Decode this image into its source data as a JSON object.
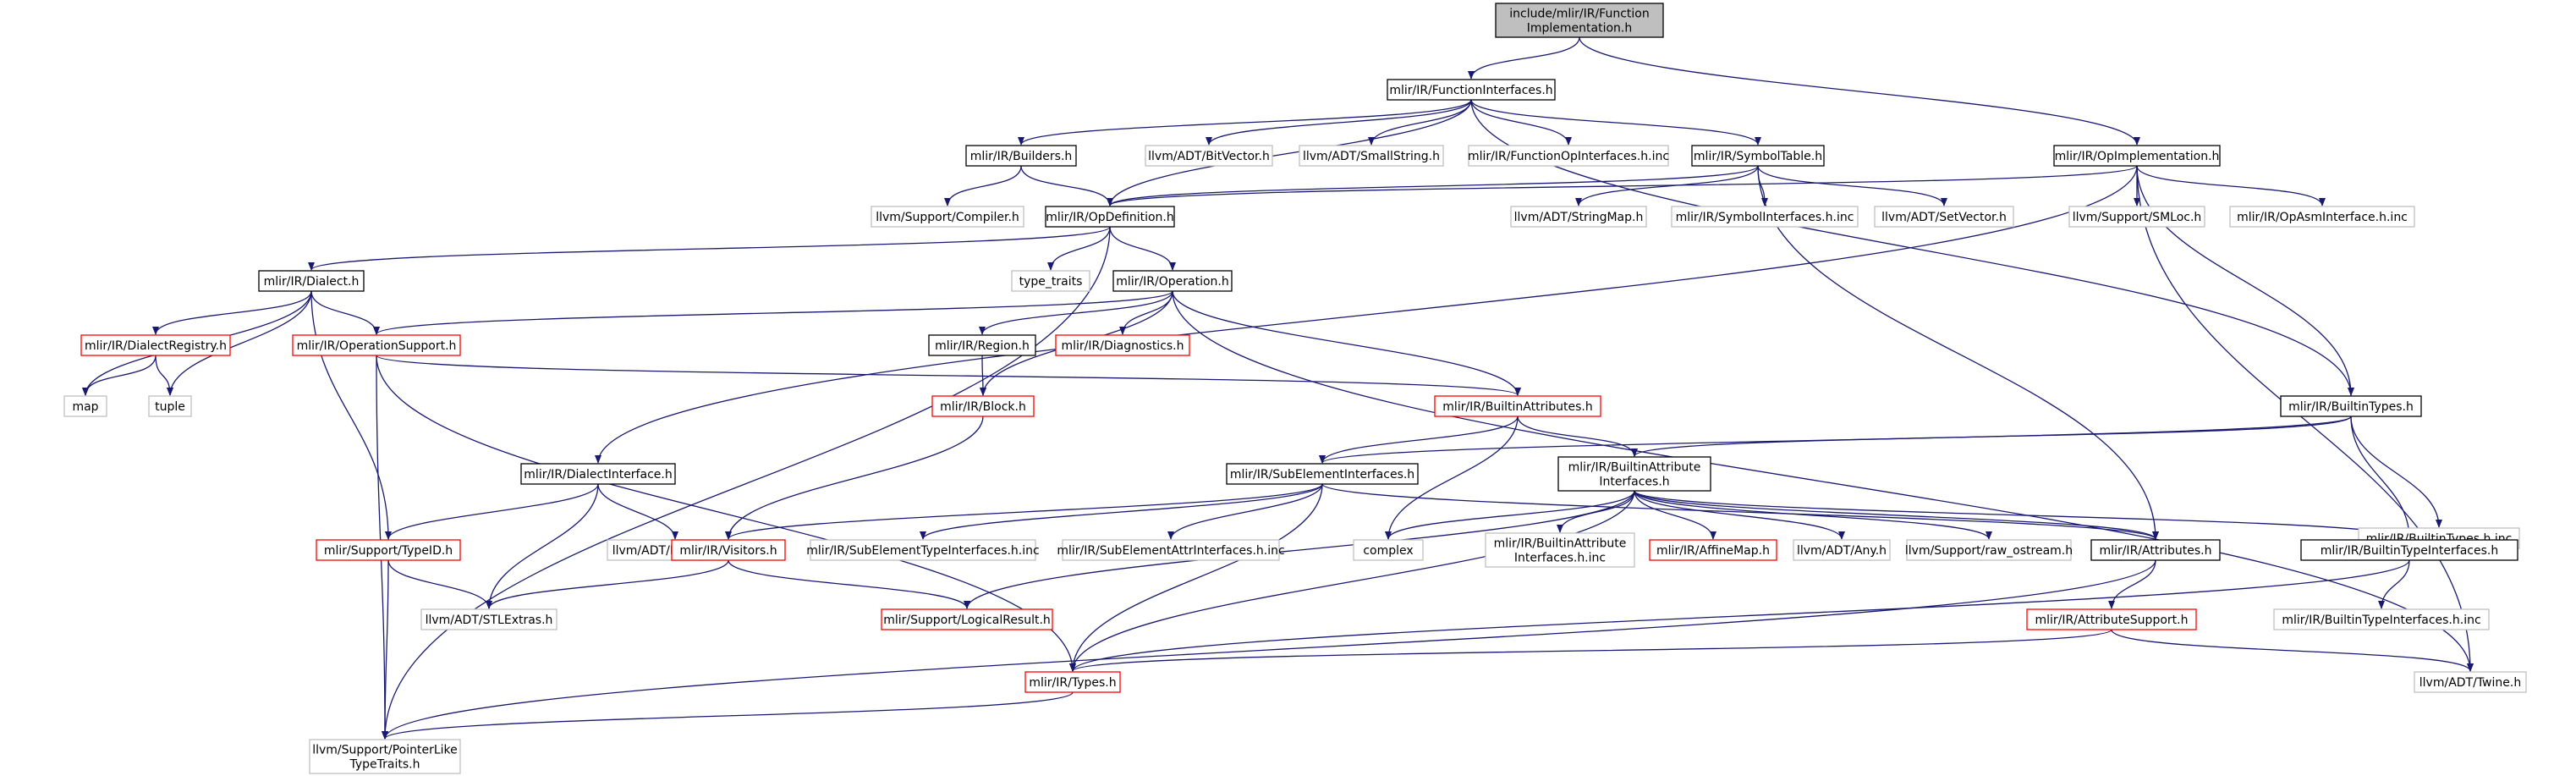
{
  "colors": {
    "edge": "#191970",
    "root_fill": "#bfbfbf",
    "root_border": "#000000",
    "black_border": "#000000",
    "red_border": "#ff0000",
    "gray_border": "#bfbfbf",
    "node_fill": "#ffffff"
  },
  "nodes": [
    {
      "id": "root",
      "lines": [
        "include/mlir/IR/Function",
        "Implementation.h"
      ],
      "style": "root"
    },
    {
      "id": "funcif",
      "lines": [
        "mlir/IR/FunctionInterfaces.h"
      ],
      "style": "black"
    },
    {
      "id": "builders",
      "lines": [
        "mlir/IR/Builders.h"
      ],
      "style": "black"
    },
    {
      "id": "bitvector",
      "lines": [
        "llvm/ADT/BitVector.h"
      ],
      "style": "gray"
    },
    {
      "id": "smallstring",
      "lines": [
        "llvm/ADT/SmallString.h"
      ],
      "style": "gray"
    },
    {
      "id": "funcopif",
      "lines": [
        "mlir/IR/FunctionOpInterfaces.h.inc"
      ],
      "style": "gray"
    },
    {
      "id": "symtable",
      "lines": [
        "mlir/IR/SymbolTable.h"
      ],
      "style": "black"
    },
    {
      "id": "opimpl",
      "lines": [
        "mlir/IR/OpImplementation.h"
      ],
      "style": "black"
    },
    {
      "id": "compiler",
      "lines": [
        "llvm/Support/Compiler.h"
      ],
      "style": "gray"
    },
    {
      "id": "opdef",
      "lines": [
        "mlir/IR/OpDefinition.h"
      ],
      "style": "black"
    },
    {
      "id": "stringmap",
      "lines": [
        "llvm/ADT/StringMap.h"
      ],
      "style": "gray"
    },
    {
      "id": "symif",
      "lines": [
        "mlir/IR/SymbolInterfaces.h.inc"
      ],
      "style": "gray"
    },
    {
      "id": "setvector",
      "lines": [
        "llvm/ADT/SetVector.h"
      ],
      "style": "gray"
    },
    {
      "id": "smloc",
      "lines": [
        "llvm/Support/SMLoc.h"
      ],
      "style": "gray"
    },
    {
      "id": "opasmif",
      "lines": [
        "mlir/IR/OpAsmInterface.h.inc"
      ],
      "style": "gray"
    },
    {
      "id": "dialect",
      "lines": [
        "mlir/IR/Dialect.h"
      ],
      "style": "black"
    },
    {
      "id": "typetraits",
      "lines": [
        "type_traits"
      ],
      "style": "gray"
    },
    {
      "id": "operation",
      "lines": [
        "mlir/IR/Operation.h"
      ],
      "style": "black"
    },
    {
      "id": "dialectreg",
      "lines": [
        "mlir/IR/DialectRegistry.h"
      ],
      "style": "red"
    },
    {
      "id": "opsupport",
      "lines": [
        "mlir/IR/OperationSupport.h"
      ],
      "style": "red"
    },
    {
      "id": "region",
      "lines": [
        "mlir/IR/Region.h"
      ],
      "style": "black"
    },
    {
      "id": "diagnostics",
      "lines": [
        "mlir/IR/Diagnostics.h"
      ],
      "style": "red"
    },
    {
      "id": "map",
      "lines": [
        "map"
      ],
      "style": "gray"
    },
    {
      "id": "tuple",
      "lines": [
        "tuple"
      ],
      "style": "gray"
    },
    {
      "id": "block",
      "lines": [
        "mlir/IR/Block.h"
      ],
      "style": "red"
    },
    {
      "id": "builtinattrs",
      "lines": [
        "mlir/IR/BuiltinAttributes.h"
      ],
      "style": "red"
    },
    {
      "id": "builtintypes",
      "lines": [
        "mlir/IR/BuiltinTypes.h"
      ],
      "style": "black"
    },
    {
      "id": "dialectif",
      "lines": [
        "mlir/IR/DialectInterface.h"
      ],
      "style": "black"
    },
    {
      "id": "subelemif",
      "lines": [
        "mlir/IR/SubElementInterfaces.h"
      ],
      "style": "black"
    },
    {
      "id": "builtinattrif",
      "lines": [
        "mlir/IR/BuiltinAttribute",
        "Interfaces.h"
      ],
      "style": "black"
    },
    {
      "id": "builtintypesinc",
      "lines": [
        "mlir/IR/BuiltinTypes.h.inc"
      ],
      "style": "gray"
    },
    {
      "id": "typeid",
      "lines": [
        "mlir/Support/TypeID.h"
      ],
      "style": "red"
    },
    {
      "id": "denseset",
      "lines": [
        "llvm/ADT/DenseSet.h"
      ],
      "style": "gray"
    },
    {
      "id": "visitors",
      "lines": [
        "mlir/IR/Visitors.h"
      ],
      "style": "red"
    },
    {
      "id": "subelemtypeif",
      "lines": [
        "mlir/IR/SubElementTypeInterfaces.h.inc"
      ],
      "style": "gray"
    },
    {
      "id": "subelemattrif",
      "lines": [
        "mlir/IR/SubElementAttrInterfaces.h.inc"
      ],
      "style": "gray"
    },
    {
      "id": "complex",
      "lines": [
        "complex"
      ],
      "style": "gray"
    },
    {
      "id": "builtinattrifinc",
      "lines": [
        "mlir/IR/BuiltinAttribute",
        "Interfaces.h.inc"
      ],
      "style": "gray"
    },
    {
      "id": "affinemap",
      "lines": [
        "mlir/IR/AffineMap.h"
      ],
      "style": "red"
    },
    {
      "id": "any",
      "lines": [
        "llvm/ADT/Any.h"
      ],
      "style": "gray"
    },
    {
      "id": "rawostream",
      "lines": [
        "llvm/Support/raw_ostream.h"
      ],
      "style": "gray"
    },
    {
      "id": "attributes",
      "lines": [
        "mlir/IR/Attributes.h"
      ],
      "style": "black"
    },
    {
      "id": "builtintypeif",
      "lines": [
        "mlir/IR/BuiltinTypeInterfaces.h"
      ],
      "style": "black"
    },
    {
      "id": "stlextras",
      "lines": [
        "llvm/ADT/STLExtras.h"
      ],
      "style": "gray"
    },
    {
      "id": "logicalresult",
      "lines": [
        "mlir/Support/LogicalResult.h"
      ],
      "style": "red"
    },
    {
      "id": "attrsupport",
      "lines": [
        "mlir/IR/AttributeSupport.h"
      ],
      "style": "red"
    },
    {
      "id": "builtintypeifinc",
      "lines": [
        "mlir/IR/BuiltinTypeInterfaces.h.inc"
      ],
      "style": "gray"
    },
    {
      "id": "types",
      "lines": [
        "mlir/IR/Types.h"
      ],
      "style": "red"
    },
    {
      "id": "twine",
      "lines": [
        "llvm/ADT/Twine.h"
      ],
      "style": "gray"
    },
    {
      "id": "pointerlike",
      "lines": [
        "llvm/Support/PointerLike",
        "TypeTraits.h"
      ],
      "style": "gray"
    }
  ],
  "edges": [
    [
      "root",
      "funcif"
    ],
    [
      "root",
      "opimpl"
    ],
    [
      "funcif",
      "builders"
    ],
    [
      "funcif",
      "opdef"
    ],
    [
      "funcif",
      "bitvector"
    ],
    [
      "funcif",
      "smallstring"
    ],
    [
      "funcif",
      "funcopif"
    ],
    [
      "funcif",
      "symtable"
    ],
    [
      "funcif",
      "builtintypes"
    ],
    [
      "builders",
      "compiler"
    ],
    [
      "builders",
      "opdef"
    ],
    [
      "symtable",
      "opdef"
    ],
    [
      "symtable",
      "stringmap"
    ],
    [
      "symtable",
      "symif"
    ],
    [
      "symtable",
      "setvector"
    ],
    [
      "symtable",
      "attributes"
    ],
    [
      "opimpl",
      "opdef"
    ],
    [
      "opimpl",
      "smloc"
    ],
    [
      "opimpl",
      "opasmif"
    ],
    [
      "opimpl",
      "builtintypes"
    ],
    [
      "opimpl",
      "dialectif"
    ],
    [
      "opimpl",
      "twine"
    ],
    [
      "opdef",
      "dialect"
    ],
    [
      "opdef",
      "typetraits"
    ],
    [
      "opdef",
      "operation"
    ],
    [
      "opdef",
      "pointerlike"
    ],
    [
      "dialect",
      "dialectreg"
    ],
    [
      "dialect",
      "opsupport"
    ],
    [
      "dialect",
      "map"
    ],
    [
      "dialect",
      "tuple"
    ],
    [
      "dialect",
      "typeid"
    ],
    [
      "dialectreg",
      "map"
    ],
    [
      "dialectreg",
      "tuple"
    ],
    [
      "operation",
      "opsupport"
    ],
    [
      "operation",
      "region"
    ],
    [
      "operation",
      "diagnostics"
    ],
    [
      "operation",
      "block"
    ],
    [
      "operation",
      "builtinattrs"
    ],
    [
      "operation",
      "twine"
    ],
    [
      "opsupport",
      "builtinattrs"
    ],
    [
      "opsupport",
      "pointerlike"
    ],
    [
      "opsupport",
      "types"
    ],
    [
      "region",
      "block"
    ],
    [
      "block",
      "visitors"
    ],
    [
      "builtinattrs",
      "subelemif"
    ],
    [
      "builtinattrs",
      "builtinattrif"
    ],
    [
      "builtinattrs",
      "complex"
    ],
    [
      "builtintypes",
      "subelemif"
    ],
    [
      "builtintypes",
      "builtinattrif"
    ],
    [
      "builtintypes",
      "builtintypesinc"
    ],
    [
      "builtintypes",
      "builtintypeif"
    ],
    [
      "dialectif",
      "typeid"
    ],
    [
      "dialectif",
      "denseset"
    ],
    [
      "dialectif",
      "stlextras"
    ],
    [
      "subelemif",
      "visitors"
    ],
    [
      "subelemif",
      "subelemtypeif"
    ],
    [
      "subelemif",
      "subelemattrif"
    ],
    [
      "subelemif",
      "attributes"
    ],
    [
      "subelemif",
      "types"
    ],
    [
      "builtinattrif",
      "complex"
    ],
    [
      "builtinattrif",
      "builtinattrifinc"
    ],
    [
      "builtinattrif",
      "affinemap"
    ],
    [
      "builtinattrif",
      "any"
    ],
    [
      "builtinattrif",
      "rawostream"
    ],
    [
      "builtinattrif",
      "attributes"
    ],
    [
      "builtinattrif",
      "builtintypeif"
    ],
    [
      "builtinattrif",
      "logicalresult"
    ],
    [
      "builtinattrif",
      "types"
    ],
    [
      "typeid",
      "stlextras"
    ],
    [
      "typeid",
      "pointerlike"
    ],
    [
      "visitors",
      "stlextras"
    ],
    [
      "visitors",
      "logicalresult"
    ],
    [
      "attributes",
      "attrsupport"
    ],
    [
      "attributes",
      "pointerlike"
    ],
    [
      "builtintypeif",
      "types"
    ],
    [
      "builtintypeif",
      "builtintypeifinc"
    ],
    [
      "attrsupport",
      "types"
    ],
    [
      "attrsupport",
      "twine"
    ],
    [
      "types",
      "pointerlike"
    ]
  ]
}
